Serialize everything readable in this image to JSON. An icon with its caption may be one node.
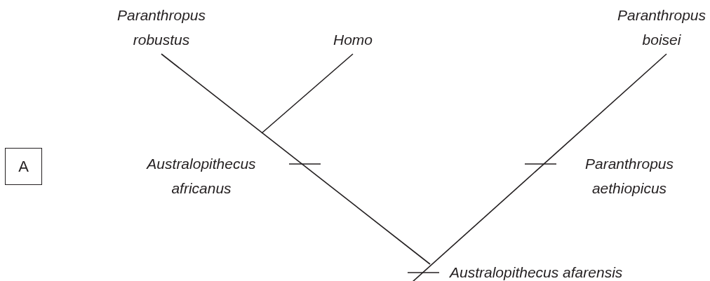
{
  "diagram": {
    "nodes": [
      {
        "text": [
          "A"
        ]
      }
    ],
    "labels": [
      "Paranthropus robustus",
      "Homo",
      "Paranthropus boisei",
      "Australopithecus africanus",
      "Paranthropus aethiopicus",
      "Australopithecus afarensis"
    ]
  }
}
